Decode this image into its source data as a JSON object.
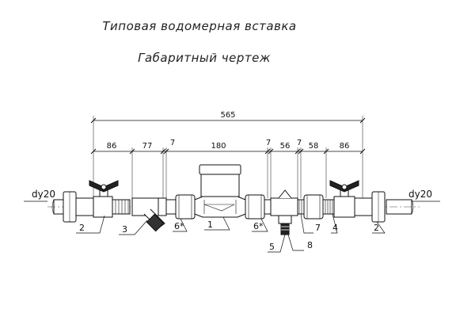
{
  "title": "Типовая водомерная вставка",
  "subtitle": "Габаритный чертеж",
  "dimensions": {
    "total": "565",
    "d1": "86",
    "d2": "77",
    "d3": "7",
    "d4": "180",
    "d5": "7",
    "d6": "56",
    "d7": "7",
    "d8": "58",
    "d9": "86"
  },
  "pipe_left_label": "dy20",
  "pipe_right_label": "dy20",
  "callouts": {
    "c2_left": "2",
    "c3": "3",
    "c6_left": "6*",
    "c1": "1",
    "c6_right": "6*",
    "c5": "5",
    "c8": "8",
    "c7": "7",
    "c4": "4",
    "c2_right": "2"
  }
}
